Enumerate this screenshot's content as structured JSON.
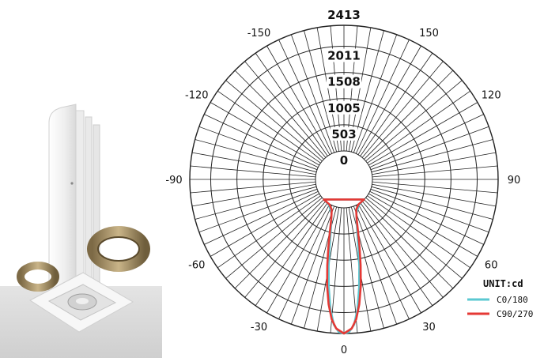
{
  "chart_data": {
    "type": "polar",
    "unit_label": "UNIT:cd",
    "rmax": 2413,
    "ring_values": [
      0,
      503,
      1005,
      1508,
      2011,
      2413
    ],
    "angle_labels": [
      {
        "deg": 0,
        "text": "0"
      },
      {
        "deg": 30,
        "text": "30"
      },
      {
        "deg": -30,
        "text": "-30"
      },
      {
        "deg": 60,
        "text": "60"
      },
      {
        "deg": -60,
        "text": "-60"
      },
      {
        "deg": 90,
        "text": "90"
      },
      {
        "deg": -90,
        "text": "-90"
      },
      {
        "deg": 120,
        "text": "120"
      },
      {
        "deg": -120,
        "text": "-120"
      },
      {
        "deg": 150,
        "text": "150"
      },
      {
        "deg": -150,
        "text": "-150"
      }
    ],
    "series": [
      {
        "name": "C0/180",
        "color": "#5bc8d2",
        "points": [
          {
            "deg": 0,
            "cd": 2413
          },
          {
            "deg": 2,
            "cd": 2380
          },
          {
            "deg": 4,
            "cd": 2250
          },
          {
            "deg": 6,
            "cd": 1950
          },
          {
            "deg": 8,
            "cd": 1550
          },
          {
            "deg": 10,
            "cd": 1150
          },
          {
            "deg": 12,
            "cd": 780
          },
          {
            "deg": 15,
            "cd": 420
          },
          {
            "deg": 20,
            "cd": 150
          },
          {
            "deg": 30,
            "cd": 25
          },
          {
            "deg": 45,
            "cd": 0
          }
        ]
      },
      {
        "name": "C90/270",
        "color": "#e53935",
        "points": [
          {
            "deg": 0,
            "cd": 2413
          },
          {
            "deg": 3,
            "cd": 2320
          },
          {
            "deg": 5,
            "cd": 2150
          },
          {
            "deg": 7,
            "cd": 1870
          },
          {
            "deg": 9,
            "cd": 1520
          },
          {
            "deg": 11,
            "cd": 1130
          },
          {
            "deg": 13,
            "cd": 780
          },
          {
            "deg": 15,
            "cd": 500
          },
          {
            "deg": 18,
            "cd": 240
          },
          {
            "deg": 22,
            "cd": 80
          },
          {
            "deg": 30,
            "cd": 10
          },
          {
            "deg": 45,
            "cd": 0
          }
        ]
      }
    ]
  },
  "product_image": {
    "body_color": "#f4f4f4",
    "ring_color": "#b39a6c",
    "ceiling_color": "#dcdcdc",
    "lens_color": "#d6d6d6"
  }
}
